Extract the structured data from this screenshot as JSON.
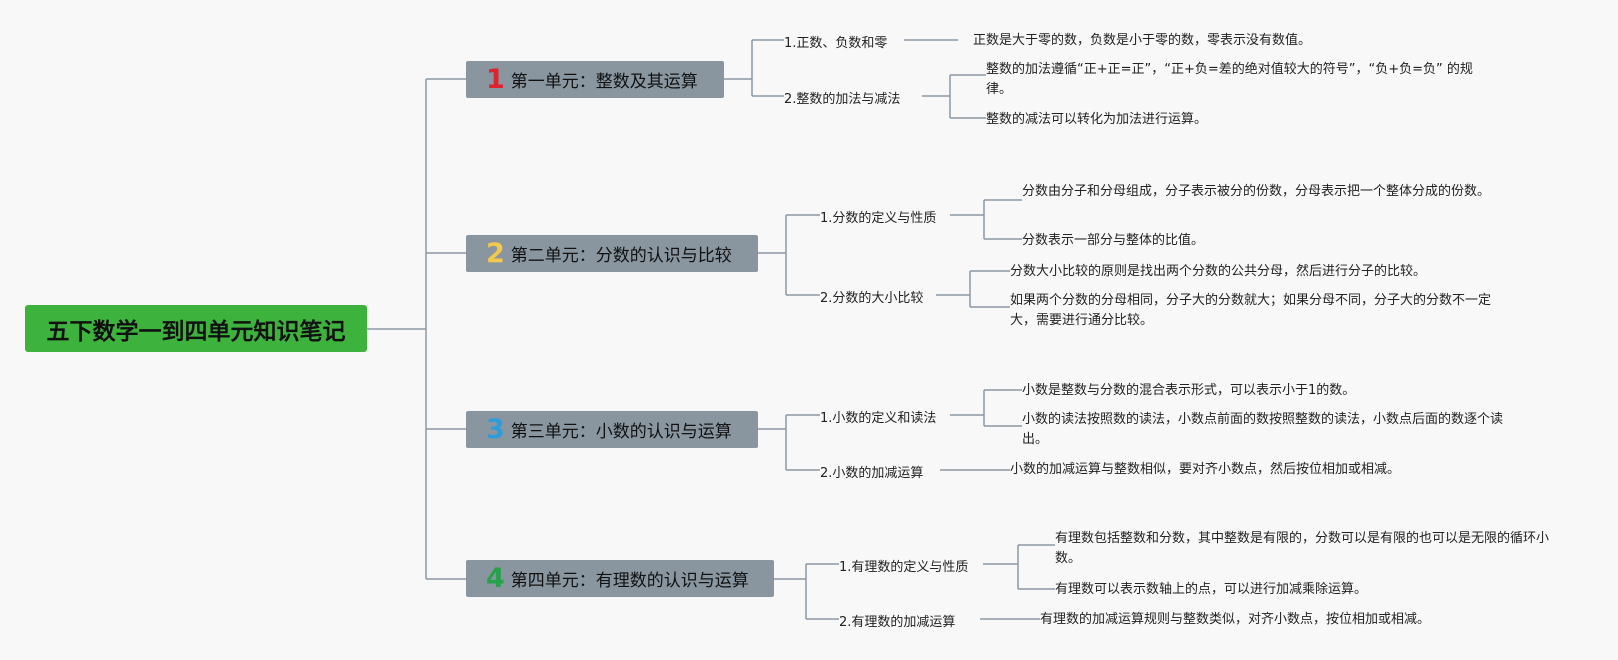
{
  "title": "五下数学一到四单元知识笔记",
  "units": [
    {
      "num": "1",
      "color": "#e0212e",
      "label": "第一单元：整数及其运算",
      "topics": [
        {
          "label": "1.正数、负数和零",
          "leaves": [
            "正数是大于零的数，负数是小于零的数，零表示没有数值。"
          ]
        },
        {
          "label": "2.整数的加法与减法",
          "leaves": [
            "整数的加法遵循“正+正=正”，“正+负=差的绝对值较大的符号”，“负+负=负” 的规律。",
            "整数的减法可以转化为加法进行运算。"
          ]
        }
      ]
    },
    {
      "num": "2",
      "color": "#f2c94c",
      "label": "第二单元：分数的认识与比较",
      "topics": [
        {
          "label": "1.分数的定义与性质",
          "leaves": [
            "分数由分子和分母组成，分子表示被分的份数，分母表示把一个整体分成的份数。",
            "分数表示一部分与整体的比值。"
          ]
        },
        {
          "label": "2.分数的大小比较",
          "leaves": [
            "分数大小比较的原则是找出两个分数的公共分母，然后进行分子的比较。",
            "如果两个分数的分母相同，分子大的分数就大；如果分母不同，分子大的分数不一定大，需要进行通分比较。"
          ]
        }
      ]
    },
    {
      "num": "3",
      "color": "#2d9cdb",
      "label": "第三单元：小数的认识与运算",
      "topics": [
        {
          "label": "1.小数的定义和读法",
          "leaves": [
            "小数是整数与分数的混合表示形式，可以表示小于1的数。",
            "小数的读法按照数的读法，小数点前面的数按照整数的读法，小数点后面的数逐个读出。"
          ]
        },
        {
          "label": "2.小数的加减运算",
          "leaves": [
            "小数的加减运算与整数相似，要对齐小数点，然后按位相加或相减。"
          ]
        }
      ]
    },
    {
      "num": "4",
      "color": "#27a14a",
      "label": "第四单元：有理数的认识与运算",
      "topics": [
        {
          "label": "1.有理数的定义与性质",
          "leaves": [
            "有理数包括整数和分数，其中整数是有限的，分数可以是有限的也可以是无限的循环小数。",
            "有理数可以表示数轴上的点，可以进行加减乘除运算。"
          ]
        },
        {
          "label": "2.有理数的加减运算",
          "leaves": [
            "有理数的加减运算规则与整数类似，对齐小数点，按位相加或相减。"
          ]
        }
      ]
    }
  ]
}
